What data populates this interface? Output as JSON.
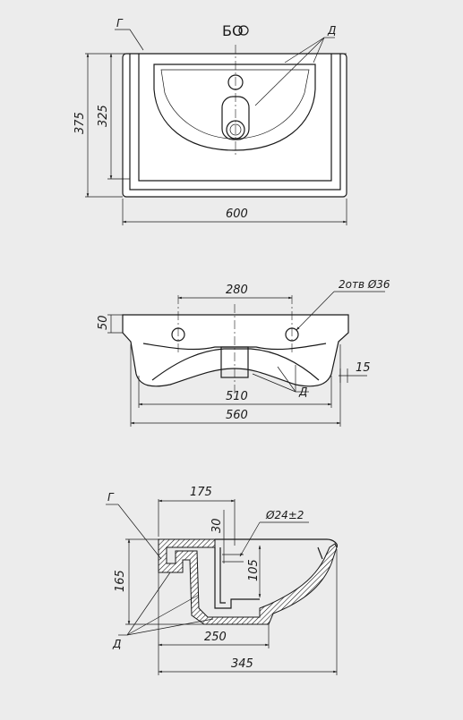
{
  "view_top": {
    "title": "БО",
    "dims": {
      "width": "600",
      "height_outer": "375",
      "height_inner": "325"
    },
    "labels": {
      "g": "Г",
      "d": "Д"
    }
  },
  "view_front": {
    "dims": {
      "holes_spacing": "280",
      "holes": "2отв Ø36",
      "rim_height": "50",
      "bowl_width": "510",
      "body_width": "560",
      "wall": "15"
    },
    "labels": {
      "d": "Д"
    }
  },
  "view_side": {
    "dims": {
      "depth_top": "175",
      "offset": "30",
      "drain": "Ø24±2",
      "height": "165",
      "drain_height": "105",
      "bottom": "250",
      "total": "345"
    },
    "labels": {
      "g": "Г",
      "d": "Д"
    }
  }
}
